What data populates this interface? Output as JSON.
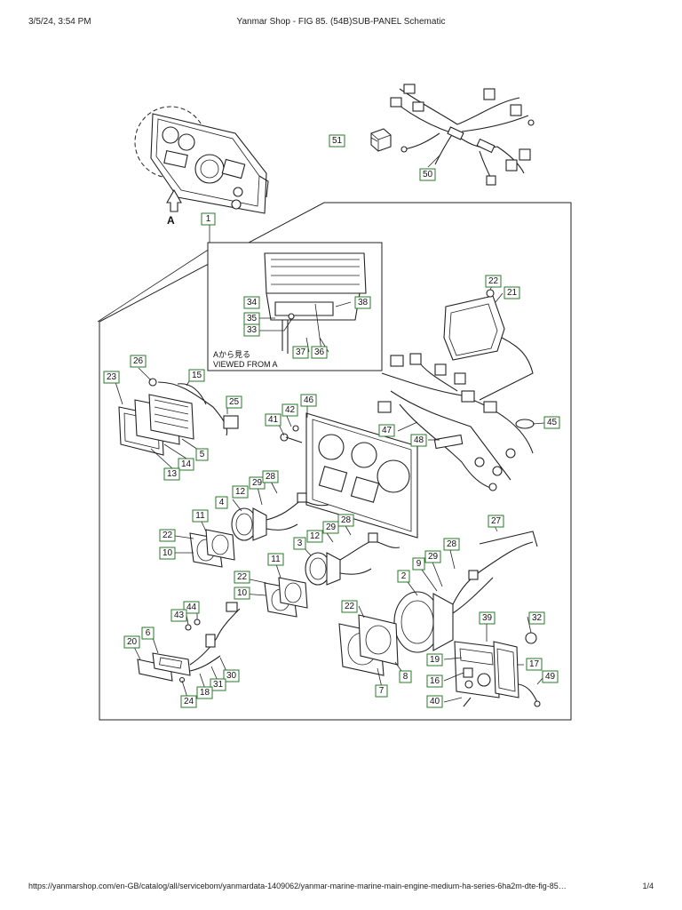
{
  "print_header": {
    "datetime": "3/5/24, 3:54 PM",
    "title": "Yanmar Shop - FIG 85. (54B)SUB-PANEL Schematic"
  },
  "print_footer": {
    "url": "https://yanmarshop.com/en-GB/catalog/all/servicebom/yanmardata-1409062/yanmar-marine-marine-main-engine-medium-ha-series-6ha2m-dte-fig-85…",
    "page": "1/4"
  },
  "diagram": {
    "view_arrow_label": "A",
    "view_label_jp": "Aから見る",
    "view_label_en": "VIEWED FROM A",
    "callouts": [
      "1",
      "2",
      "3",
      "4",
      "5",
      "6",
      "7",
      "8",
      "9",
      "10",
      "10",
      "11",
      "11",
      "12",
      "12",
      "13",
      "14",
      "15",
      "16",
      "17",
      "18",
      "19",
      "20",
      "21",
      "22",
      "22",
      "22",
      "22",
      "23",
      "24",
      "25",
      "26",
      "27",
      "28",
      "28",
      "28",
      "29",
      "29",
      "29",
      "30",
      "31",
      "32",
      "33",
      "34",
      "35",
      "36",
      "37",
      "38",
      "39",
      "40",
      "41",
      "42",
      "43",
      "44",
      "45",
      "46",
      "47",
      "48",
      "49",
      "50",
      "51"
    ]
  }
}
